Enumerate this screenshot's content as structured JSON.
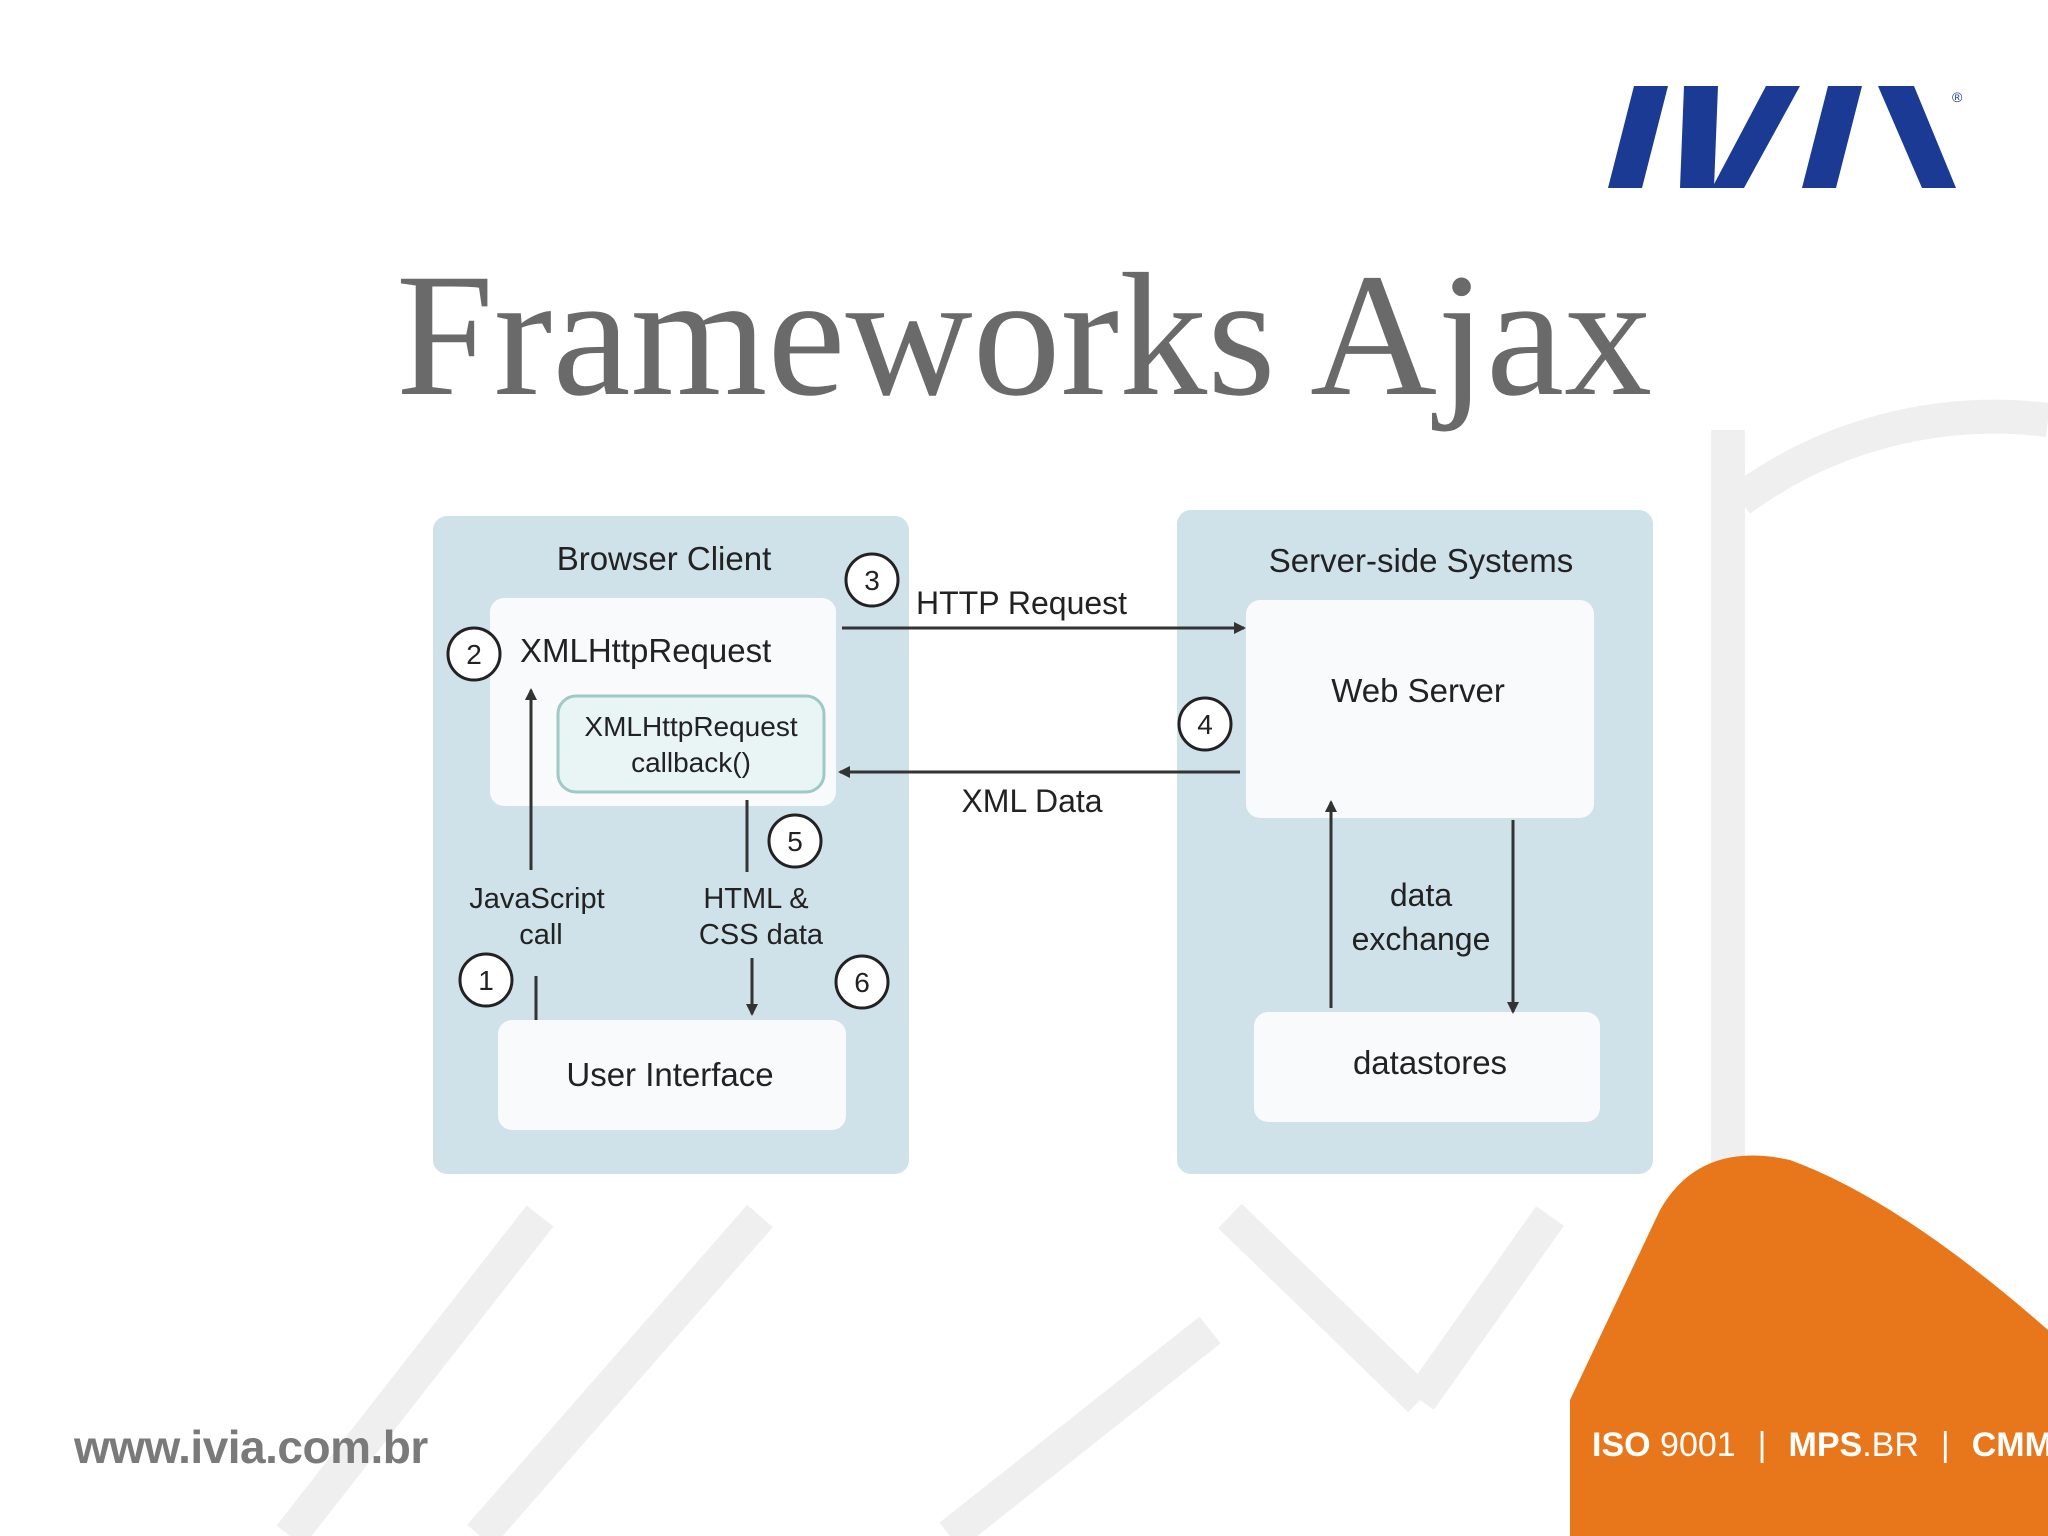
{
  "slide": {
    "title": "Frameworks Ajax",
    "logo_text": "IVIA",
    "logo_registered": "®",
    "website": "www.ivia.com.br",
    "certifications": {
      "iso_bold": "ISO",
      "iso_num": "9001",
      "mps_bold": "MPS",
      "mps_suffix": ".BR",
      "cmmi": "CMMI",
      "separator": "|"
    }
  },
  "diagram": {
    "browser_client": {
      "title": "Browser Client",
      "xhr_label": "XMLHttpRequest",
      "callback_line1": "XMLHttpRequest",
      "callback_line2": "callback()",
      "ui_label": "User Interface",
      "js_call_line1": "JavaScript",
      "js_call_line2": "call",
      "html_css_line1": "HTML &",
      "html_css_line2": "CSS data"
    },
    "server": {
      "title": "Server-side Systems",
      "web_server": "Web Server",
      "datastores": "datastores",
      "exchange_line1": "data",
      "exchange_line2": "exchange"
    },
    "http_request": "HTTP Request",
    "xml_data": "XML Data",
    "steps": [
      "1",
      "2",
      "3",
      "4",
      "5",
      "6"
    ]
  },
  "colors": {
    "logo_blue": "#1a3a94",
    "panel_bg": "#cfe1e9",
    "box_bg": "#f8fafb",
    "callback_bg": "#e9f4f4",
    "callback_border": "#9fc9c4",
    "orange": "#e8761a",
    "title_gray": "#6a6a6a"
  }
}
